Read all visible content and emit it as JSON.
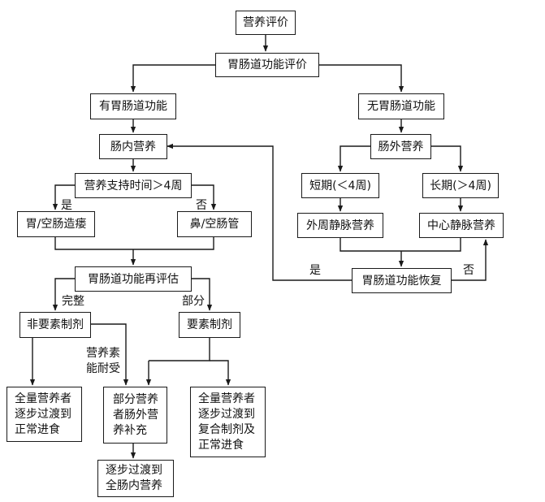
{
  "nodes": {
    "nutrition_assessment": "营养评价",
    "gi_function_assessment": "胃肠道功能评价",
    "has_gi_function": "有胃肠道功能",
    "no_gi_function": "无胃肠道功能",
    "enteral_nutrition": "肠内营养",
    "parenteral_nutrition": "肠外营养",
    "support_over_4_weeks": "营养支持时间＞4周",
    "short_term": "短期(＜4周)",
    "long_term": "长期(＞4周)",
    "gastro_jejunostomy": "胃/空肠造瘘",
    "naso_jejunal_tube": "鼻/空肠管",
    "peripheral_venous": "外周静脉营养",
    "central_venous": "中心静脉营养",
    "gi_reassessment": "胃肠道功能再评估",
    "gi_recovery": "胃肠道功能恢复",
    "non_elemental": "非要素制剂",
    "elemental": "要素制剂",
    "full_to_normal_diet": "全量营养者\n逐步过渡到\n正常进食",
    "partial_parenteral_supplement": "部分营养\n者肠外营\n养补充",
    "full_to_compound_and_diet": "全量营养者\n逐步过渡到\n复合制剂及\n正常进食",
    "gradual_full_enteral": "逐步过渡到\n全肠内营养"
  },
  "labels": {
    "yes_left": "是",
    "no_left": "否",
    "intact": "完整",
    "partial": "部分",
    "tolerable": "营养素\n能耐受",
    "recovery_yes": "是",
    "recovery_no": "否"
  }
}
